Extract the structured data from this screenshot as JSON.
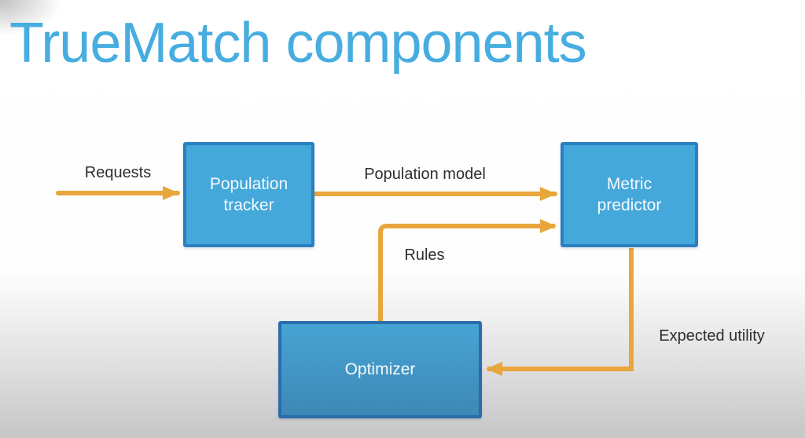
{
  "title": "TrueMatch components",
  "colors": {
    "title_text": "#47ade0",
    "node_fill": "#45a8db",
    "node_border": "#2a80c2",
    "optimizer_border": "#2a6cad",
    "arrow": "#e9a63c",
    "edge_label_text": "#2e2e2e",
    "node_label_text": "#f4fafd",
    "background_bottom": "#c6c6c6"
  },
  "diagram": {
    "nodes": [
      {
        "id": "population-tracker",
        "label": "Population tracker"
      },
      {
        "id": "metric-predictor",
        "label": "Metric predictor"
      },
      {
        "id": "optimizer",
        "label": "Optimizer"
      }
    ],
    "edges": [
      {
        "id": "requests",
        "label": "Requests",
        "from": "external-input",
        "to": "population-tracker"
      },
      {
        "id": "population-model",
        "label": "Population model",
        "from": "population-tracker",
        "to": "metric-predictor"
      },
      {
        "id": "rules",
        "label": "Rules",
        "from": "optimizer",
        "to": "metric-predictor"
      },
      {
        "id": "expected-utility",
        "label": "Expected utility",
        "from": "metric-predictor",
        "to": "optimizer"
      }
    ]
  }
}
